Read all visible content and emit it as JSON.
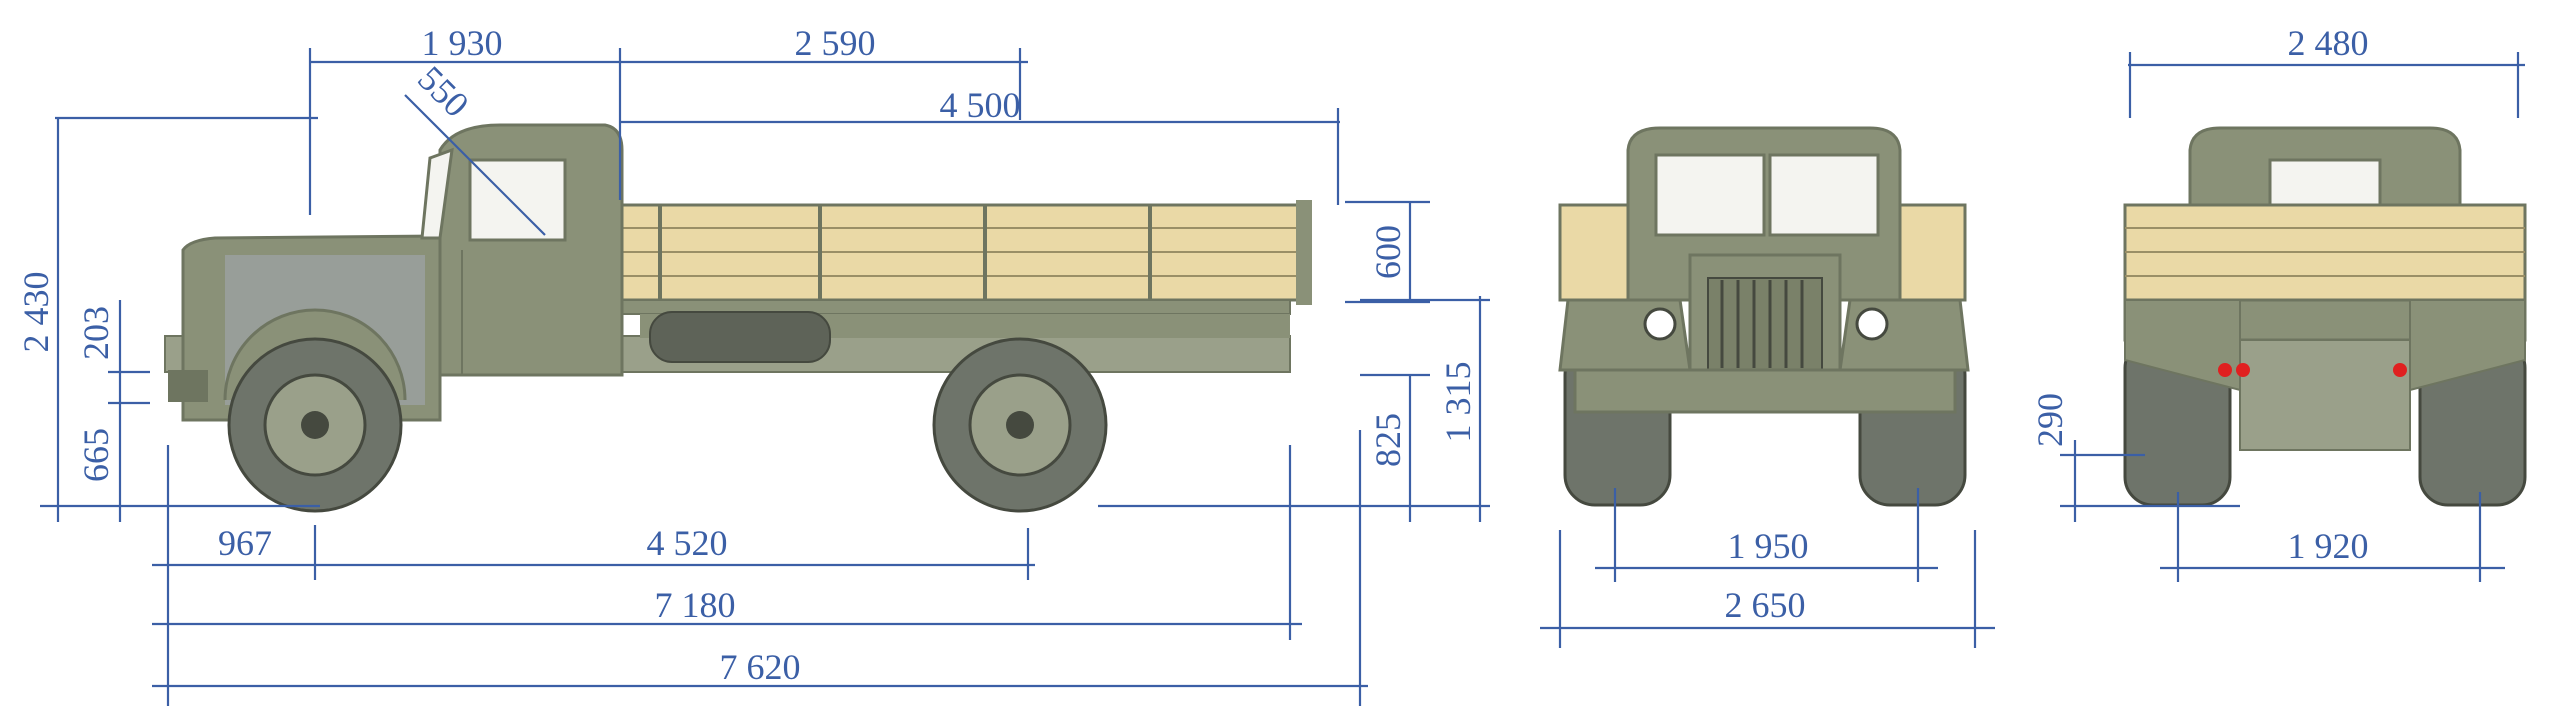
{
  "colors": {
    "dimension": "#3b5fa6",
    "body": "#8a9178",
    "body_dark": "#6e7560",
    "cargo_wood": "#ead9a6",
    "tire": "#6e746a",
    "background": "#ffffff",
    "light_red": "#e02020"
  },
  "side_view": {
    "dims": {
      "d1930": "1 930",
      "d2590": "2 590",
      "d550": "550",
      "d4500": "4 500",
      "d2430": "2 430",
      "d203": "203",
      "d665": "665",
      "d600": "600",
      "d1315": "1 315",
      "d825": "825",
      "d967": "967",
      "d4520": "4 520",
      "d7180": "7 180",
      "d7620": "7 620"
    }
  },
  "front_view": {
    "dims": {
      "d1950": "1 950",
      "d2650": "2 650"
    }
  },
  "rear_view": {
    "dims": {
      "d2480": "2 480",
      "d290": "290",
      "d1920": "1 920"
    }
  }
}
